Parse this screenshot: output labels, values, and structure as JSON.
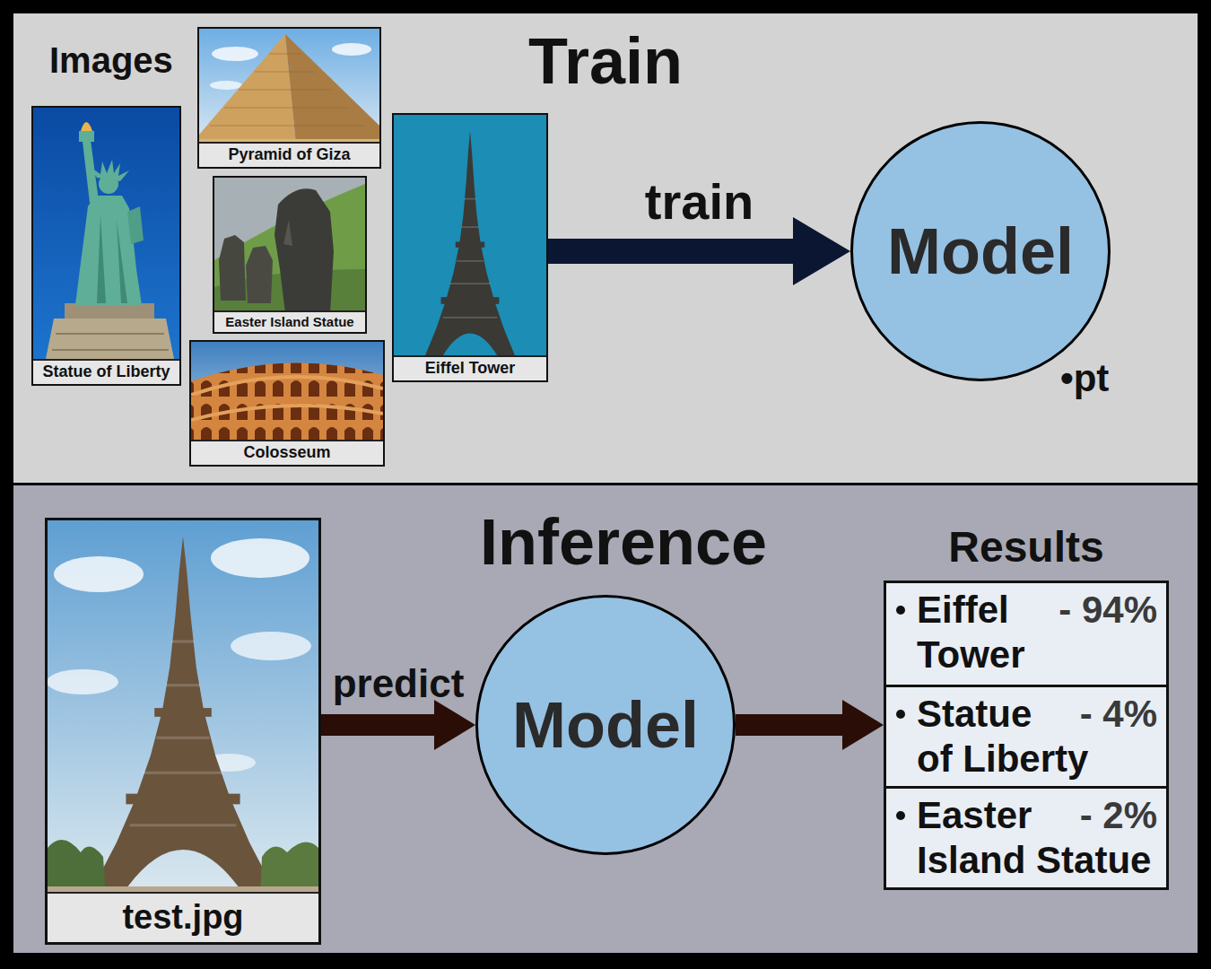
{
  "diagram": {
    "nodes": [
      {
        "text": [
          "Train"
        ]
      },
      {
        "text": [
          "Statue of Liberty"
        ],
        "in": 0
      },
      {
        "text": [
          "Pyramid of Giza"
        ],
        "in": 0
      },
      {
        "text": [
          "Easter Island Statue"
        ],
        "in": 0
      },
      {
        "text": [
          "Colosseum"
        ],
        "in": 0
      },
      {
        "text": [
          "Eiffel Tower"
        ],
        "in": 0
      },
      {
        "text": [
          "Model"
        ],
        "in": 0
      },
      {
        "text": [
          "Inference"
        ]
      },
      {
        "text": [
          "test.jpg"
        ],
        "in": 7
      },
      {
        "text": [
          "Model"
        ],
        "in": 7
      },
      {
        "text": [
          "Results"
        ],
        "in": 7
      },
      {
        "text": [
          "Eiffel Tower",
          "- 94%"
        ],
        "in": 10
      },
      {
        "text": [
          "Statue of Liberty",
          "- 4%"
        ],
        "in": 10
      },
      {
        "text": [
          "Easter Island Statue",
          "- 2%"
        ],
        "in": 10
      }
    ],
    "edges": [
      {
        "from": 5,
        "to": 6,
        "arrow": "to",
        "label": "train"
      },
      {
        "from": 8,
        "to": 9,
        "arrow": "to",
        "label": "predict"
      },
      {
        "from": 9,
        "to": 10,
        "arrow": "to"
      }
    ],
    "labels": [
      "Images",
      "•pt"
    ]
  }
}
